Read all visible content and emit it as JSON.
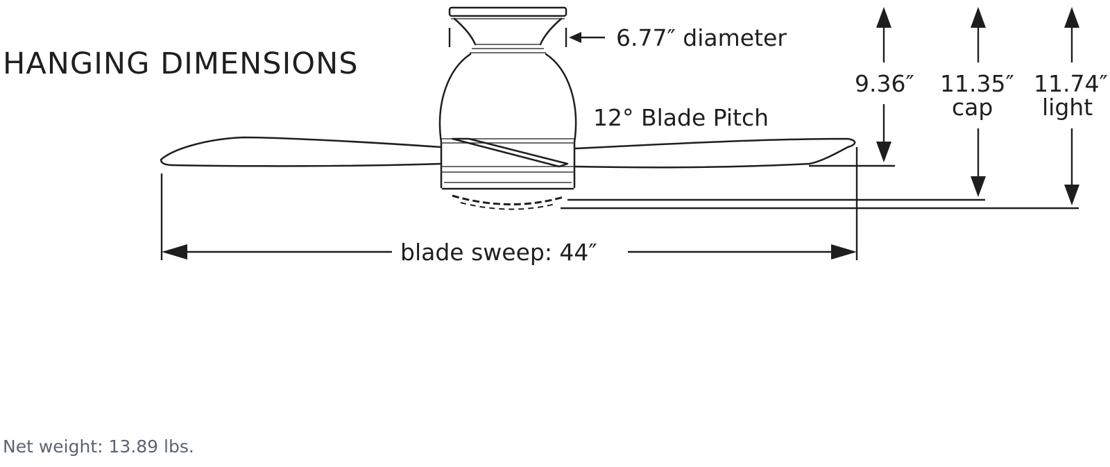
{
  "title": "HANGING DIMENSIONS",
  "labels": {
    "diameter": "6.77″ diameter",
    "blade_pitch": "12° Blade Pitch",
    "blade_sweep": "blade sweep: 44″",
    "height_body": "9.36″",
    "height_cap_value": "11.35″",
    "height_cap_unit": "cap",
    "height_light_value": "11.74″",
    "height_light_unit": "light"
  },
  "footer": {
    "net_weight": "Net weight: 13.89 lbs."
  },
  "colors": {
    "line": "#1e1e1e",
    "footer_text": "#5a6570"
  }
}
